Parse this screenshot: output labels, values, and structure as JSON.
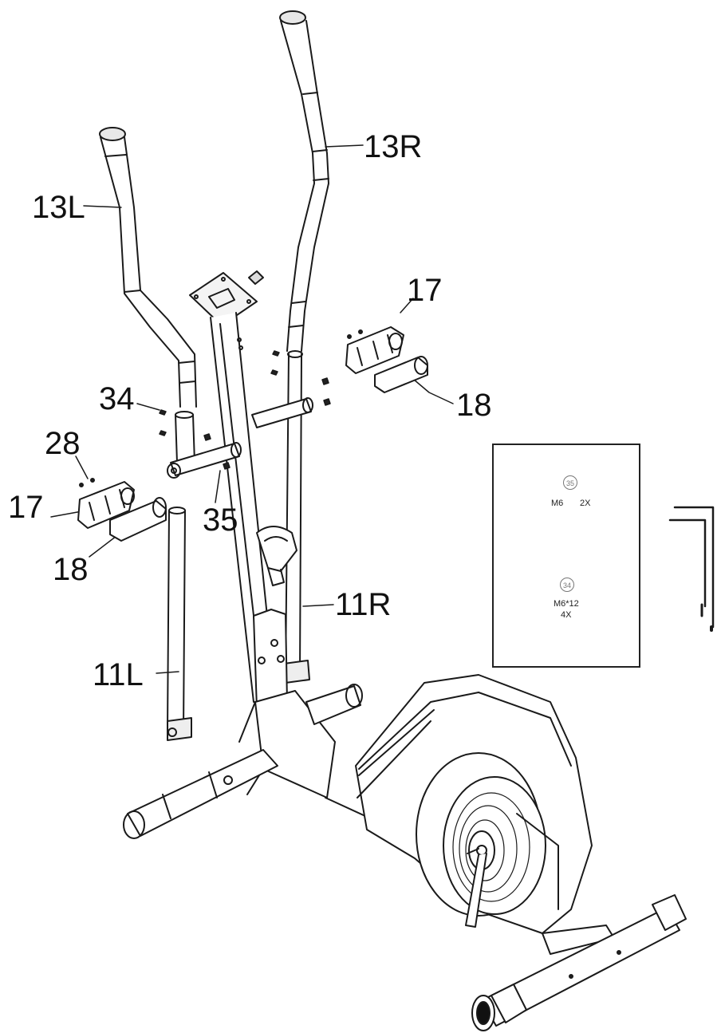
{
  "labels": {
    "l13R": "13R",
    "l13L": "13L",
    "l17_right": "17",
    "l18_right": "18",
    "l34": "34",
    "l28": "28",
    "l17_left": "17",
    "l35": "35",
    "l18_left": "18",
    "l11R": "11R",
    "l11L": "11L"
  },
  "hardware_box": {
    "part35": {
      "number": "35",
      "spec": "M6",
      "qty": "2X"
    },
    "part34": {
      "number": "34",
      "spec": "M6*12",
      "qty": "4X"
    }
  }
}
